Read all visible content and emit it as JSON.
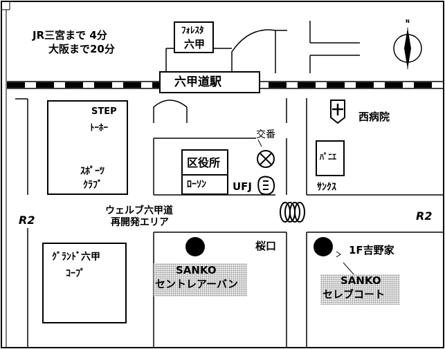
{
  "access": {
    "line1": "JR三宮まで 4分",
    "line2": "大阪まで20分"
  },
  "station": {
    "label": "六甲道駅"
  },
  "buildings": {
    "forest": {
      "line1": "ﾌｫﾚｽﾀ",
      "line2": "六甲"
    },
    "step": {
      "line1": "STEP",
      "line2": "ﾄｰﾎｰ"
    },
    "sports": {
      "line1": "ｽﾎﾟｰﾂ",
      "line2": "ｸﾗﾌﾞ"
    },
    "ward_office": "区役所",
    "lawson": "ﾛｰｿﾝ",
    "ufj": "UFJ",
    "koban": "交番",
    "hospital": "西病院",
    "panie": "ﾊﾟﾆｴ",
    "sunkus": "ｻﾝｸｽ",
    "grand": {
      "line1": "ｸﾞﾗﾝﾄﾞ六甲",
      "line2": "ｺｰﾌﾟ"
    },
    "sakuraguchi": "桜口",
    "yoshinoya": "1F吉野家"
  },
  "roads": {
    "r2_left": "R2",
    "r2_right": "R2"
  },
  "area": {
    "line1": "ウェルブ六甲道",
    "line2": "再開発エリア"
  },
  "properties": {
    "central": {
      "line1": "SANKO",
      "line2": "セントレアーバン"
    },
    "celeb": {
      "line1": "SANKO",
      "line2": "セレブコート"
    }
  },
  "compass": {
    "north": "N"
  }
}
